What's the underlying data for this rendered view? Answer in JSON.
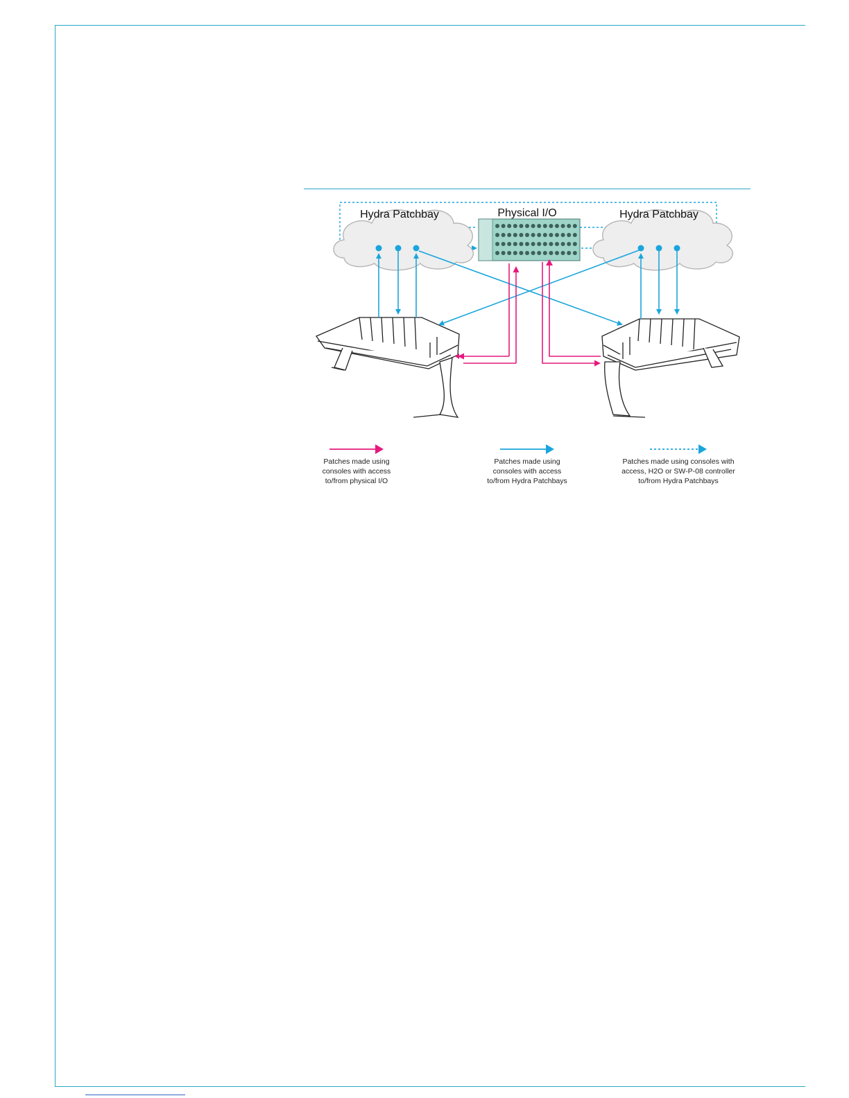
{
  "diagram": {
    "labels": {
      "patchbay_left": "Hydra Patchbay",
      "patchbay_right": "Hydra Patchbay",
      "physical_io": "Physical I/O"
    },
    "legend": [
      {
        "color": "#e6197d",
        "style": "solid",
        "lines": [
          "Patches made using",
          "consoles with access",
          "to/from physical I/O"
        ]
      },
      {
        "color": "#1aa5dd",
        "style": "solid",
        "lines": [
          "Patches made using",
          "consoles with access",
          "to/from Hydra Patchbays"
        ]
      },
      {
        "color": "#1aa5dd",
        "style": "dotted",
        "lines": [
          "Patches made using consoles with",
          "access, H2O or SW-P-08 controller",
          "to/from Hydra Patchbays"
        ]
      }
    ],
    "colors": {
      "physical_patch": "#e6197d",
      "hydra_patch": "#1aa5dd",
      "rule": "#2aa6c6",
      "cloud_fill": "#eeeeee",
      "cloud_stroke": "#b5b5b5",
      "rack_fill": "#9ed5c8"
    }
  }
}
